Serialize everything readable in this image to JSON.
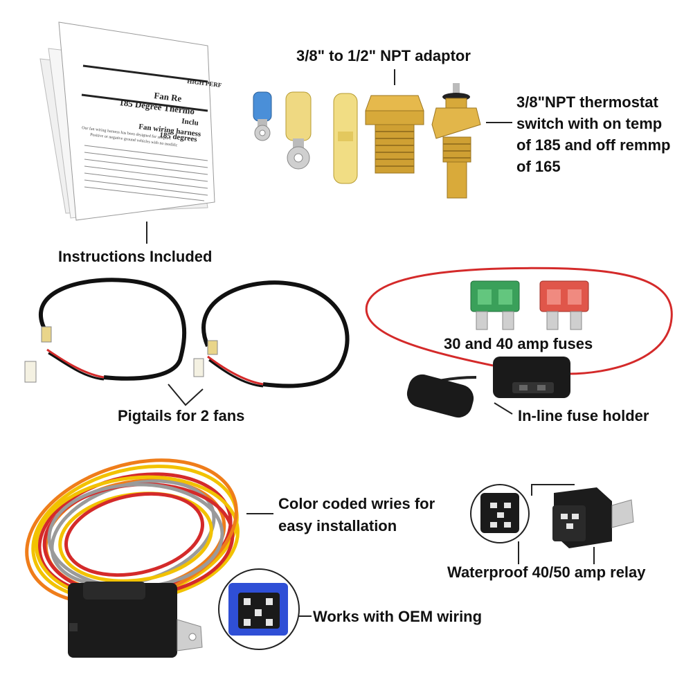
{
  "labels": {
    "npt_adaptor": "3/8\" to 1/2\" NPT adaptor",
    "thermostat_line1": "3/8\"NPT thermostat",
    "thermostat_line2": "switch with on temp",
    "thermostat_line3": "of 185 and off remmp",
    "thermostat_line4": "of 165",
    "instructions": "Instructions Included",
    "pigtails": "Pigtails for 2 fans",
    "fuses": "30 and 40 amp fuses",
    "fuse_holder": "In-line fuse holder",
    "wires_line1": "Color coded wries for",
    "wires_line2": "easy installation",
    "relay": "Waterproof 40/50 amp relay",
    "oem": "Works with OEM wiring"
  },
  "booklet": {
    "line1": "HIGH PERF",
    "line2": "Fan Re",
    "line3": "185 Degree Thermo",
    "line4": "Inclu",
    "line5": "Fan wiring harness",
    "line6": "185 degrees",
    "line7": "Our fan wiring harness has been designed for simple i",
    "line8": "Positive or negative ground vehicles with no modific"
  },
  "colors": {
    "fuse_green": "#3aa05a",
    "fuse_red": "#e0564a",
    "wire_red": "#d42a2a",
    "wire_yellow": "#f2c200",
    "wire_orange": "#ef7d1a",
    "wire_gray": "#9a9a9a",
    "brass": "#d7a93a"
  }
}
